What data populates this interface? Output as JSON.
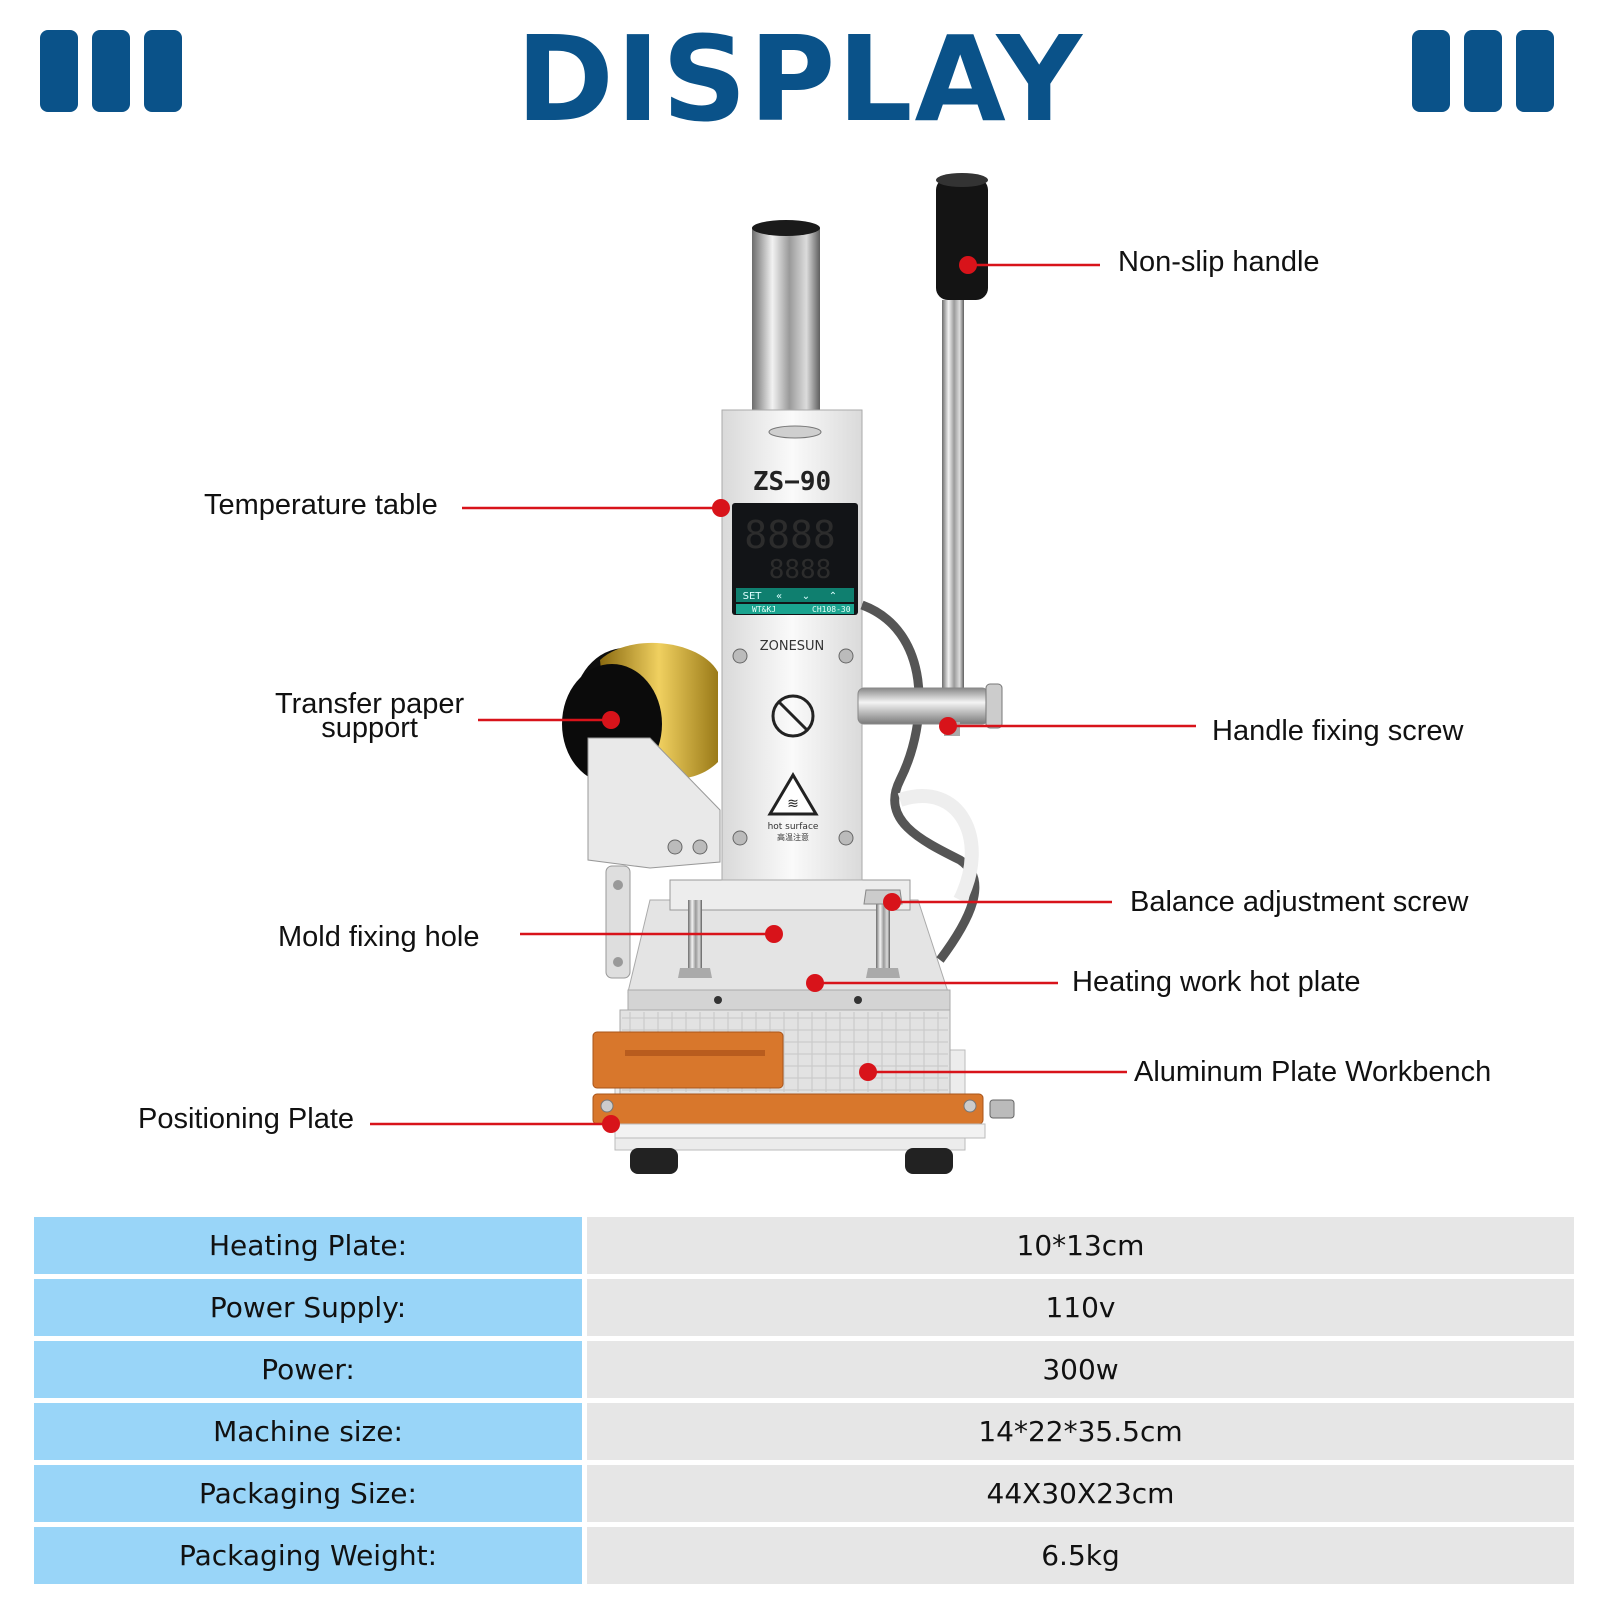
{
  "header": {
    "title": "DISPLAY"
  },
  "colors": {
    "brand_blue": "#0a5289",
    "leader_red": "#d8131a",
    "key_cell": "#99d5f8",
    "value_cell": "#e6e6e6"
  },
  "machine": {
    "model_label": "ZS−90",
    "brand_label": "ZONESUN",
    "controller_keys": [
      "SET",
      "«",
      "⌄",
      "⌃"
    ],
    "controller_footer": [
      "WT&KJ",
      "CH108-30"
    ],
    "warning_caption": "hot surface",
    "warning_caption_cn": "高温注意"
  },
  "callouts": [
    {
      "id": "non-slip-handle",
      "label": "Non-slip handle"
    },
    {
      "id": "temperature-table",
      "label": "Temperature table"
    },
    {
      "id": "transfer-paper-support",
      "label_line1": "Transfer paper",
      "label_line2": "support"
    },
    {
      "id": "handle-fixing-screw",
      "label": "Handle fixing screw"
    },
    {
      "id": "balance-adjustment-screw",
      "label": "Balance adjustment screw"
    },
    {
      "id": "mold-fixing-hole",
      "label": "Mold fixing hole"
    },
    {
      "id": "heating-work-hot-plate",
      "label": "Heating work hot plate"
    },
    {
      "id": "aluminum-plate-workbench",
      "label": "Aluminum Plate Workbench"
    },
    {
      "id": "positioning-plate",
      "label": "Positioning Plate"
    }
  ],
  "specs": [
    {
      "key": "Heating Plate:",
      "value": "10*13cm"
    },
    {
      "key": "Power Supply:",
      "value": "110v"
    },
    {
      "key": "Power:",
      "value": "300w"
    },
    {
      "key": "Machine size:",
      "value": "14*22*35.5cm"
    },
    {
      "key": "Packaging Size:",
      "value": "44X30X23cm"
    },
    {
      "key": "Packaging Weight:",
      "value": "6.5kg"
    }
  ]
}
